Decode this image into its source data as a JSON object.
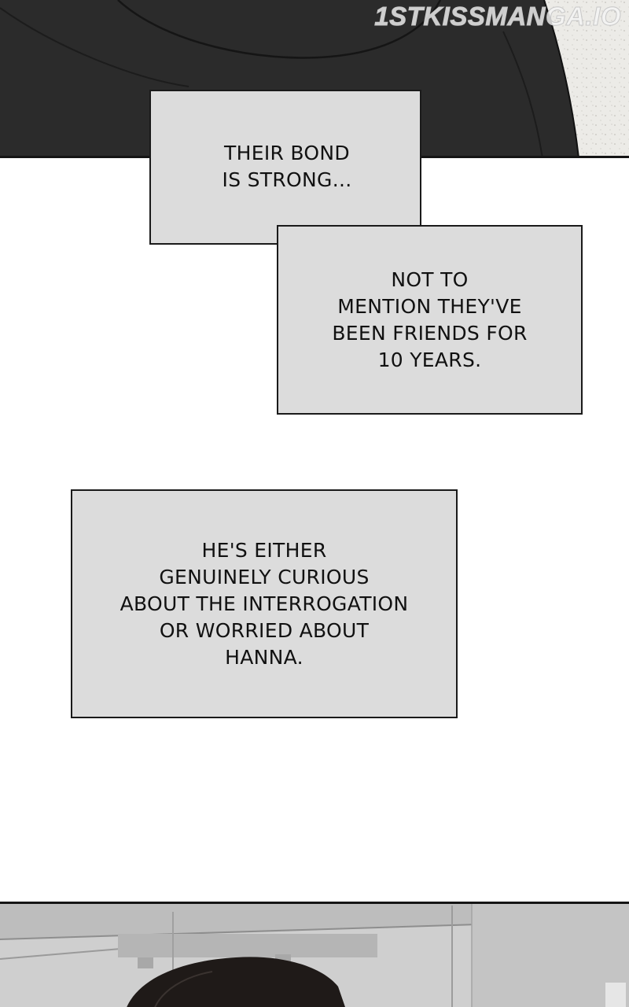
{
  "watermark": "1STKISSMANGA.IO",
  "captions": [
    {
      "lines": [
        "THEIR BOND",
        "IS STRONG..."
      ]
    },
    {
      "lines": [
        "NOT TO",
        "MENTION THEY'VE",
        "BEEN FRIENDS FOR",
        "10 YEARS."
      ]
    },
    {
      "lines": [
        "HE'S EITHER",
        "GENUINELY CURIOUS",
        "ABOUT THE INTERROGATION",
        "OR WORRIED ABOUT",
        "HANNA."
      ]
    }
  ],
  "colors": {
    "caption_fill": "#dcdcdc",
    "caption_border": "#1a1a1a",
    "shirt": "#2b2b2b",
    "page_background": "#ffffff"
  }
}
